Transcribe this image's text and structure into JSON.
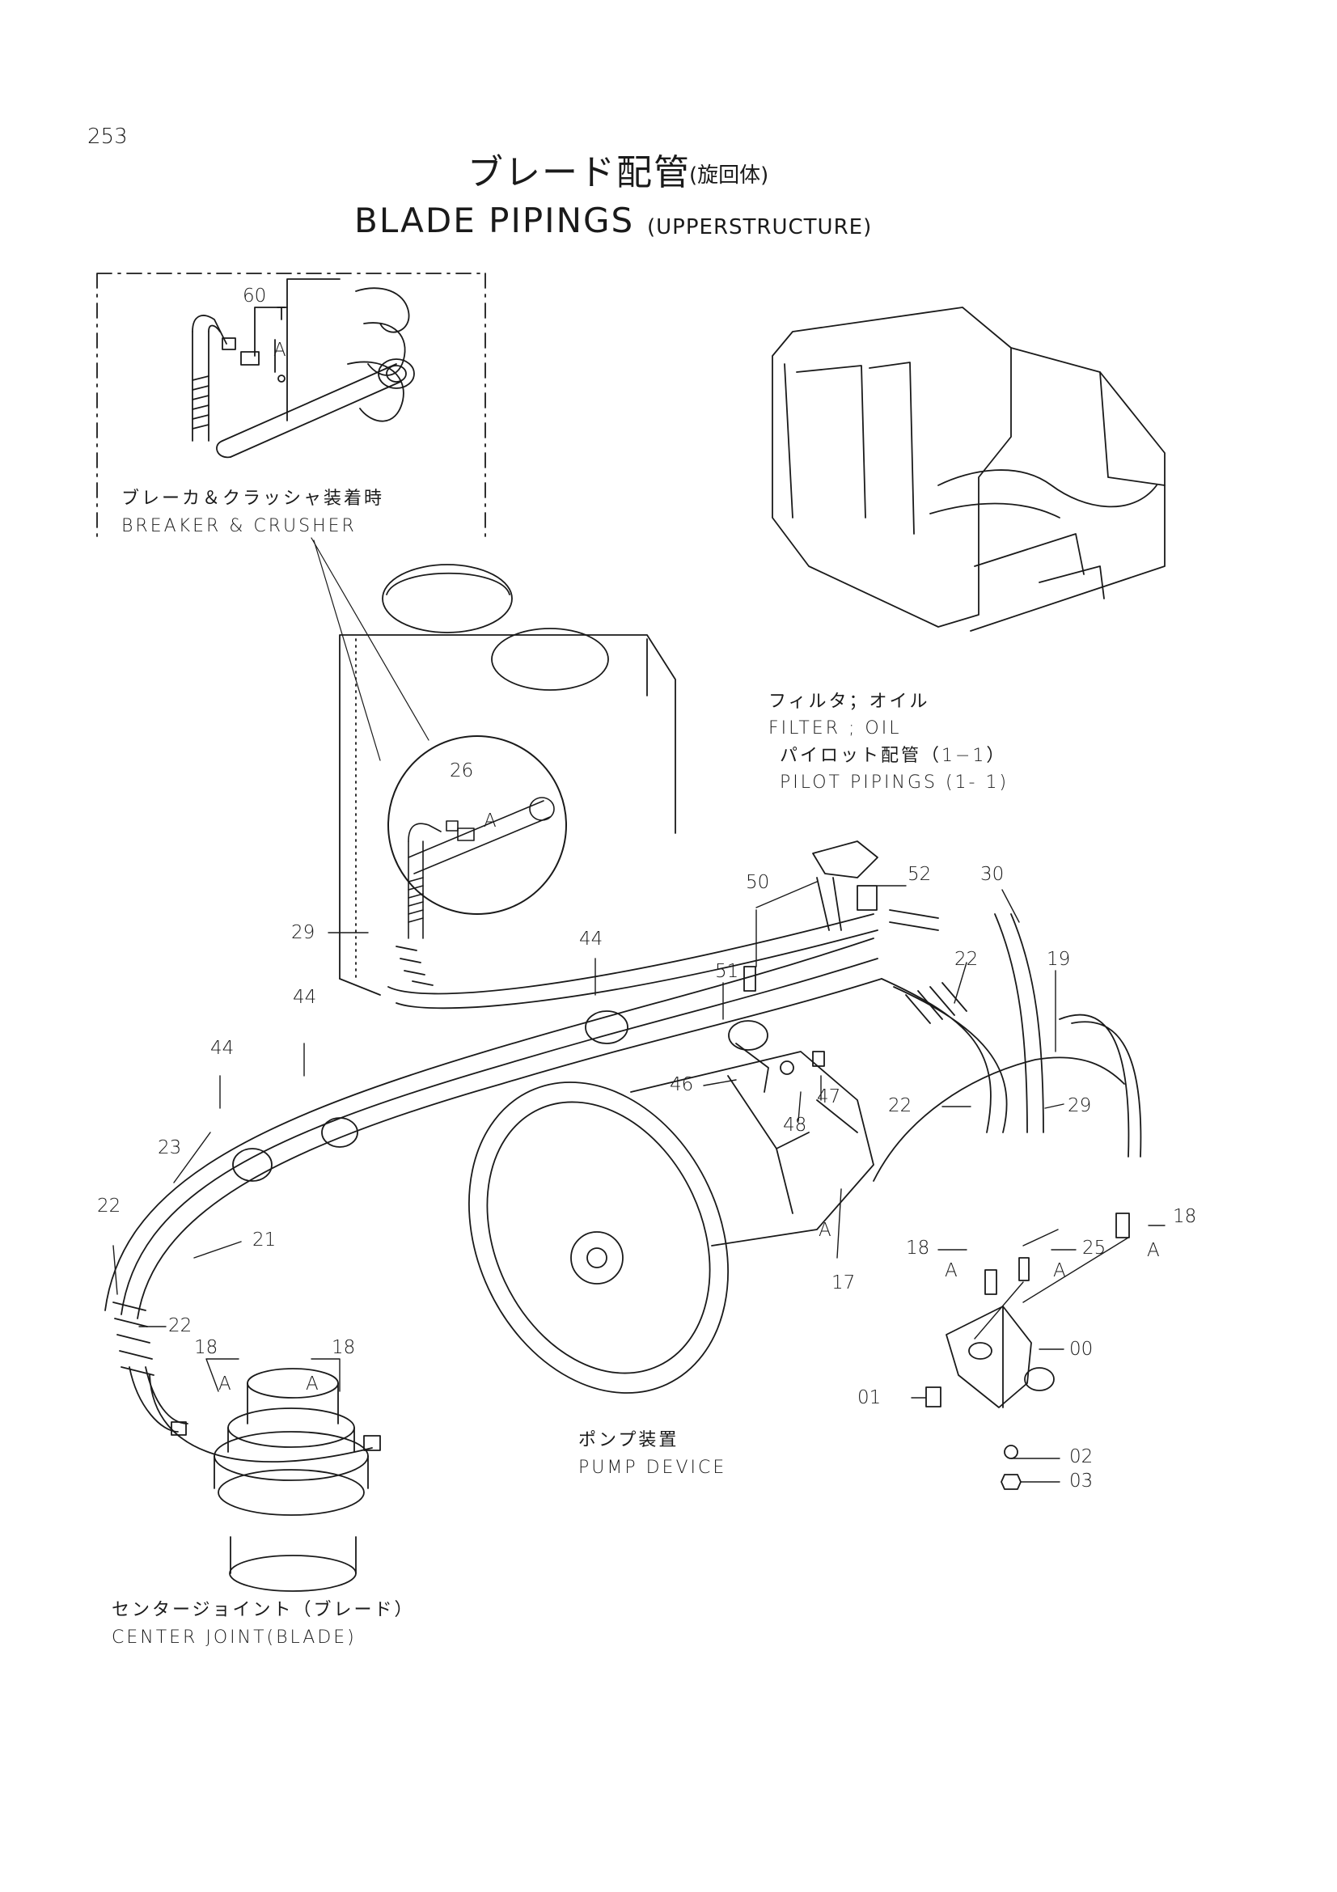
{
  "page_number": "253",
  "title": {
    "jp": "ブレード配管",
    "jp_sub": "(旋回体)",
    "en": "BLADE PIPINGS",
    "en_sub": "(UPPERSTRUCTURE)"
  },
  "captions": {
    "breaker_jp": "ブレーカ＆クラッシャ装着時",
    "breaker_en": "BREAKER & CRUSHER",
    "filter_jp": "フィルタ；オイル",
    "filter_en": "FILTER ; OIL",
    "pilot_jp": "パイロット配管（1−1）",
    "pilot_en": "PILOT PIPINGS (1- 1)",
    "pump_jp": "ポンプ装置",
    "pump_en": "PUMP DEVICE",
    "center_jp": "センタージョイント（ブレード）",
    "center_en": "CENTER JOINT(BLADE)"
  },
  "callouts": [
    {
      "id": "c60",
      "text": "60"
    },
    {
      "id": "cA1",
      "text": "A"
    },
    {
      "id": "c26",
      "text": "26"
    },
    {
      "id": "cA2",
      "text": "A"
    },
    {
      "id": "c29a",
      "text": "29"
    },
    {
      "id": "c50",
      "text": "50"
    },
    {
      "id": "c52",
      "text": "52"
    },
    {
      "id": "c30",
      "text": "30"
    },
    {
      "id": "c44a",
      "text": "44"
    },
    {
      "id": "c51",
      "text": "51"
    },
    {
      "id": "c22a",
      "text": "22"
    },
    {
      "id": "c19",
      "text": "19"
    },
    {
      "id": "c44b",
      "text": "44"
    },
    {
      "id": "c44c",
      "text": "44"
    },
    {
      "id": "c46",
      "text": "46"
    },
    {
      "id": "c47",
      "text": "47"
    },
    {
      "id": "c48",
      "text": "48"
    },
    {
      "id": "c22b",
      "text": "22"
    },
    {
      "id": "c29b",
      "text": "29"
    },
    {
      "id": "c23",
      "text": "23"
    },
    {
      "id": "c22c",
      "text": "22"
    },
    {
      "id": "c21",
      "text": "21"
    },
    {
      "id": "c22d",
      "text": "22"
    },
    {
      "id": "c18a",
      "text": "18"
    },
    {
      "id": "c18b",
      "text": "18"
    },
    {
      "id": "cA3",
      "text": "A"
    },
    {
      "id": "cA4",
      "text": "A"
    },
    {
      "id": "c18c",
      "text": "18"
    },
    {
      "id": "c25",
      "text": "25"
    },
    {
      "id": "c18d",
      "text": "18"
    },
    {
      "id": "cA5",
      "text": "A"
    },
    {
      "id": "cA6",
      "text": "A"
    },
    {
      "id": "cA7",
      "text": "A"
    },
    {
      "id": "cA8",
      "text": "A"
    },
    {
      "id": "c17",
      "text": "17"
    },
    {
      "id": "c00",
      "text": "00"
    },
    {
      "id": "c01",
      "text": "01"
    },
    {
      "id": "c02",
      "text": "02"
    },
    {
      "id": "c03",
      "text": "03"
    }
  ]
}
